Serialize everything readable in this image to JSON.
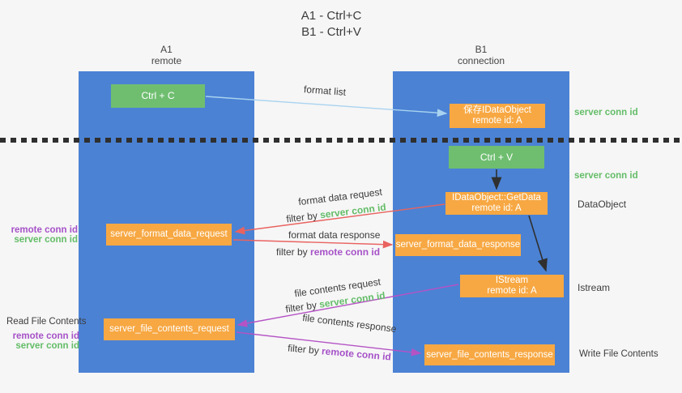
{
  "colors": {
    "lane_blue": "#4b82d4",
    "box_green": "#6fbe70",
    "box_orange": "#f7a843",
    "arrow_blue": "#a9d3f0",
    "arrow_red": "#e96360",
    "arrow_magenta": "#b553c5",
    "arrow_black": "#2f2f2f",
    "text_dark": "#3c3c3c",
    "text_green": "#64bd68",
    "text_purple": "#a652c8",
    "background": "#f6f6f6",
    "dotted": "#2f2f2f"
  },
  "title": {
    "line1": "A1 - Ctrl+C",
    "line2": "B1 - Ctrl+V"
  },
  "lanes": {
    "left": {
      "name": "A1",
      "sub": "remote"
    },
    "right": {
      "name": "B1",
      "sub": "connection"
    }
  },
  "nodes": {
    "ctrl_c": {
      "label": "Ctrl + C"
    },
    "save_idataobject": {
      "line1": "保存IDataObject",
      "line2": "remote id: A"
    },
    "ctrl_v": {
      "label": "Ctrl + V"
    },
    "getdata": {
      "line1": "IDataObject::GetData",
      "line2": "remote id: A"
    },
    "format_request": {
      "label": "server_format_data_request"
    },
    "format_response": {
      "label": "server_format_data_response"
    },
    "istream": {
      "line1": "IStream",
      "line2": "remote id: A"
    },
    "file_request": {
      "label": "server_file_contents_request"
    },
    "file_response": {
      "label": "server_file_contents_response"
    }
  },
  "flow_labels": {
    "format_list": "format list",
    "format_data_request": "format data request",
    "format_data_response": "format data response",
    "file_contents_request": "file contents request",
    "file_contents_response": "file contents response",
    "filter_by": "filter by",
    "server_conn_id": "server conn id",
    "remote_conn_id": "remote conn id"
  },
  "side_labels": {
    "server_conn_id": "server conn id",
    "remote_conn_id": "remote conn id",
    "dataobject": "DataObject",
    "istream": "Istream",
    "read_file_contents": "Read File Contents",
    "write_file_contents": "Write File Contents"
  }
}
